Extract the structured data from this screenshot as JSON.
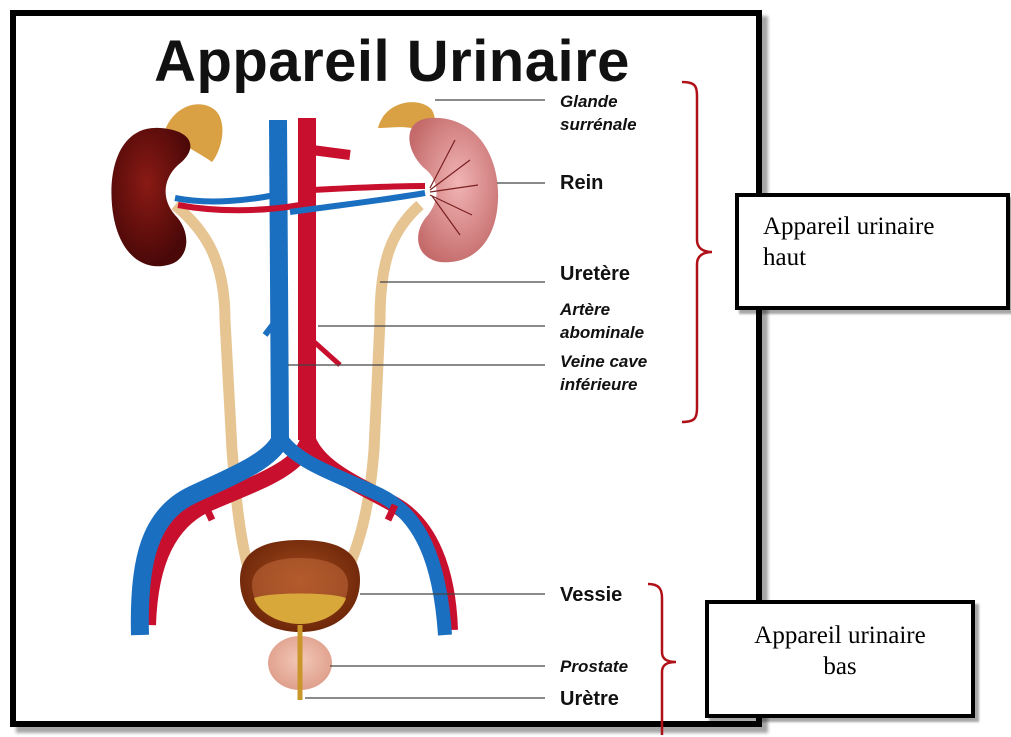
{
  "title": "Appareil Urinaire",
  "labels": {
    "glande_line1": "Glande",
    "glande_line2": "surrénale",
    "rein": "Rein",
    "uretere": "Uretère",
    "artere_line1": "Artère",
    "artere_line2": "abominale",
    "veine_line1": "Veine cave",
    "veine_line2": "inférieure",
    "vessie": "Vessie",
    "prostate": "Prostate",
    "uretre": "Urètre"
  },
  "boxes": {
    "haut_line1": "Appareil urinaire",
    "haut_line2": "haut",
    "bas_line1": "Appareil urinaire",
    "bas_line2": "bas"
  },
  "colors": {
    "bracket": "#b01018",
    "artery": "#c8102e",
    "vein": "#1a6fc0",
    "ureter": "#e0c090",
    "kidney_dark": "#6b0f0f",
    "kidney_light": "#d98a8a",
    "adrenal": "#d9a044",
    "bladder": "#8a3a14"
  }
}
